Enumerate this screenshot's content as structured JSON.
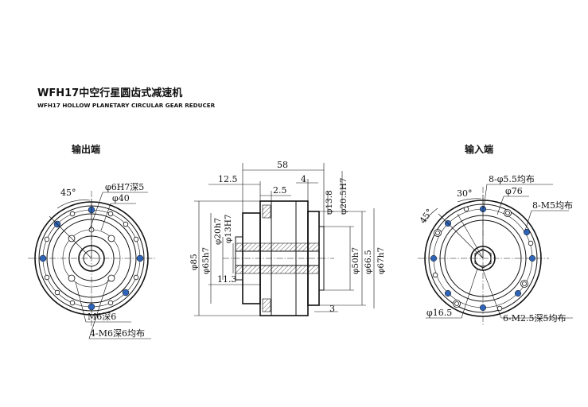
{
  "title": "WFH17中空行星圆齿式减速机",
  "subtitle": "WFH17 HOLLOW PLANETARY CIRCULAR GEAR REDUCER",
  "output_view": {
    "label": "输出端",
    "angle": "45°",
    "ann_pin_hole": "φ6H7深5",
    "ann_pcd": "φ40",
    "ann_m6": "M6深6",
    "ann_m6_holes": "4-M6深6均布"
  },
  "side_view": {
    "dim_total_len": "58",
    "dim_12_5": "12.5",
    "dim_4": "4",
    "dim_2_5": "2.5",
    "dim_11_3": "11.3",
    "dim_3": "3",
    "dia_85": "φ85",
    "dia_65h7": "φ65h7",
    "dia_20h7": "φ20h7",
    "dia_13h7": "φ13H7",
    "dia_13_8": "φ13.8",
    "dia_20_5h7": "φ20.5H7",
    "dia_50h7": "φ50h7",
    "dia_66_5": "φ66.5",
    "dia_67h7": "φ67h7"
  },
  "input_view": {
    "label": "输入端",
    "angle_30": "30°",
    "angle_45": "45°",
    "ann_holes": "8-φ5.5均布",
    "ann_pcd": "φ76",
    "ann_m5": "8-M5均布",
    "ann_bore": "φ16.5",
    "ann_m2_5": "6-M2.5深5均布"
  },
  "colors": {
    "bolt_holes": "#2e63b5",
    "lines": "#111111"
  }
}
